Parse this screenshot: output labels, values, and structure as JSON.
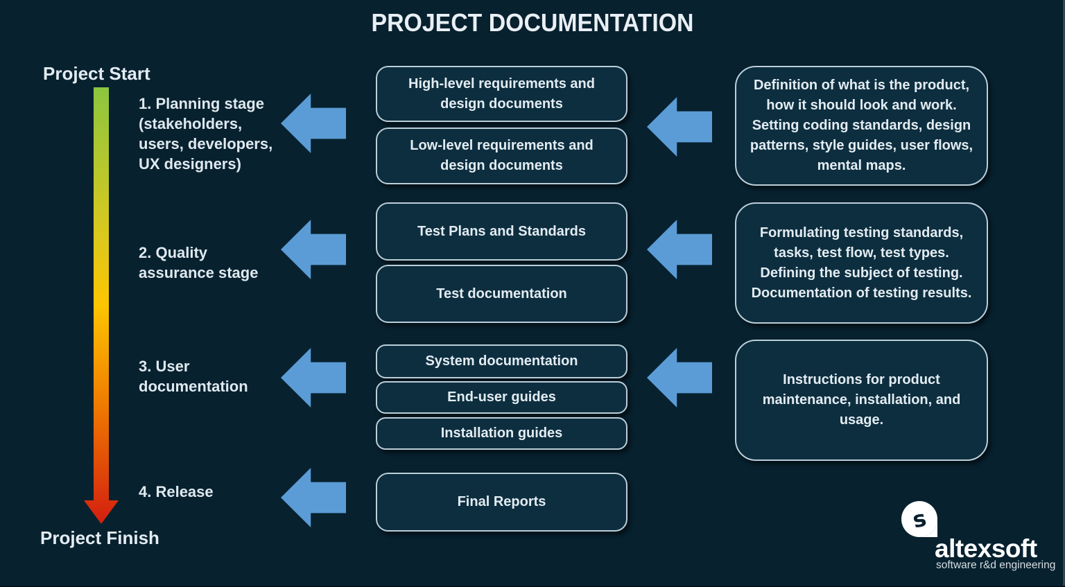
{
  "title": "PROJECT DOCUMENTATION",
  "timeline": {
    "start_label": "Project Start",
    "finish_label": "Project Finish"
  },
  "stages": [
    {
      "lines": [
        "1. Planning stage",
        "(stakeholders,",
        "users, developers,",
        "UX designers)"
      ]
    },
    {
      "lines": [
        "2. Quality",
        "assurance stage"
      ]
    },
    {
      "lines": [
        "3. User",
        "documentation"
      ]
    },
    {
      "lines": [
        "4. Release"
      ]
    }
  ],
  "docs": [
    {
      "lines": [
        "High-level requirements and",
        "design documents"
      ]
    },
    {
      "lines": [
        "Low-level requirements and",
        "design documents"
      ]
    },
    {
      "lines": [
        "Test Plans and Standards"
      ]
    },
    {
      "lines": [
        "Test documentation"
      ]
    },
    {
      "lines": [
        "System documentation"
      ]
    },
    {
      "lines": [
        "End-user guides"
      ]
    },
    {
      "lines": [
        "Installation guides"
      ]
    },
    {
      "lines": [
        "Final Reports"
      ]
    }
  ],
  "descriptions": [
    {
      "lines": [
        "Definition of what is the product,",
        "how it should look and work.",
        "Setting coding standards, design",
        "patterns, style guides, user flows,",
        "mental maps."
      ]
    },
    {
      "lines": [
        "Formulating testing standards,",
        "tasks, test flow, test types.",
        "Defining the subject of testing.",
        "Documentation of testing results."
      ]
    },
    {
      "lines": [
        "Instructions for product",
        "maintenance, installation, and",
        "usage."
      ]
    }
  ],
  "logo": {
    "brand": "altexsoft",
    "tagline": "software r&d engineering"
  },
  "colors": {
    "background": "#07212f",
    "box_fill": "#0d2e3f",
    "box_border": "#bccfda",
    "arrow_blue": "#5b9cd6",
    "text": "#e3ecf2",
    "timeline_gradient": [
      "#8cc63f",
      "#ddc81c",
      "#fdc500",
      "#f07d00",
      "#d31e10"
    ]
  }
}
